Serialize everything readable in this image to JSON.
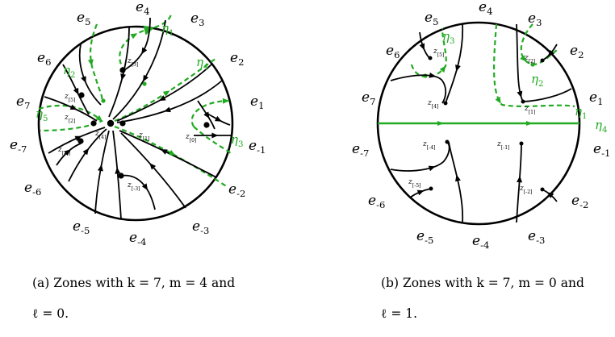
{
  "panel_a": {
    "edge_labels": [
      "e1",
      "e2",
      "e3",
      "e4",
      "e5",
      "e6",
      "e7",
      "e-7",
      "e-6",
      "e-5",
      "e-4",
      "e-3",
      "e-2",
      "e-1"
    ],
    "eta_labels": [
      "η1",
      "η2",
      "η3",
      "η4",
      "η5"
    ],
    "point_labels": [
      "z[3]",
      "z[5]",
      "z[4]",
      "z[2]",
      "z[1]",
      "z[0]",
      "z[-5]",
      "z[-3]"
    ],
    "caption_line1": "(a) Zones with k = 7, m = 4 and",
    "caption_line2": "ℓ = 0."
  },
  "panel_b": {
    "edge_labels": [
      "e1",
      "e2",
      "e3",
      "e4",
      "e5",
      "e6",
      "e7",
      "e-7",
      "e-6",
      "e-5",
      "e-4",
      "e-3",
      "e-2",
      "e-1"
    ],
    "eta_labels": [
      "η3",
      "η2",
      "η1",
      "η4"
    ],
    "point_labels": [
      "z[5]",
      "z[2]",
      "z[4]",
      "z[1]",
      "z[-4]",
      "z[-1]",
      "z[-5]",
      "z[-2]"
    ],
    "caption_line1": "(b) Zones with k = 7, m = 0 and",
    "caption_line2": "ℓ = 1."
  },
  "colors": {
    "green": "#22aa22",
    "black": "#000000"
  }
}
